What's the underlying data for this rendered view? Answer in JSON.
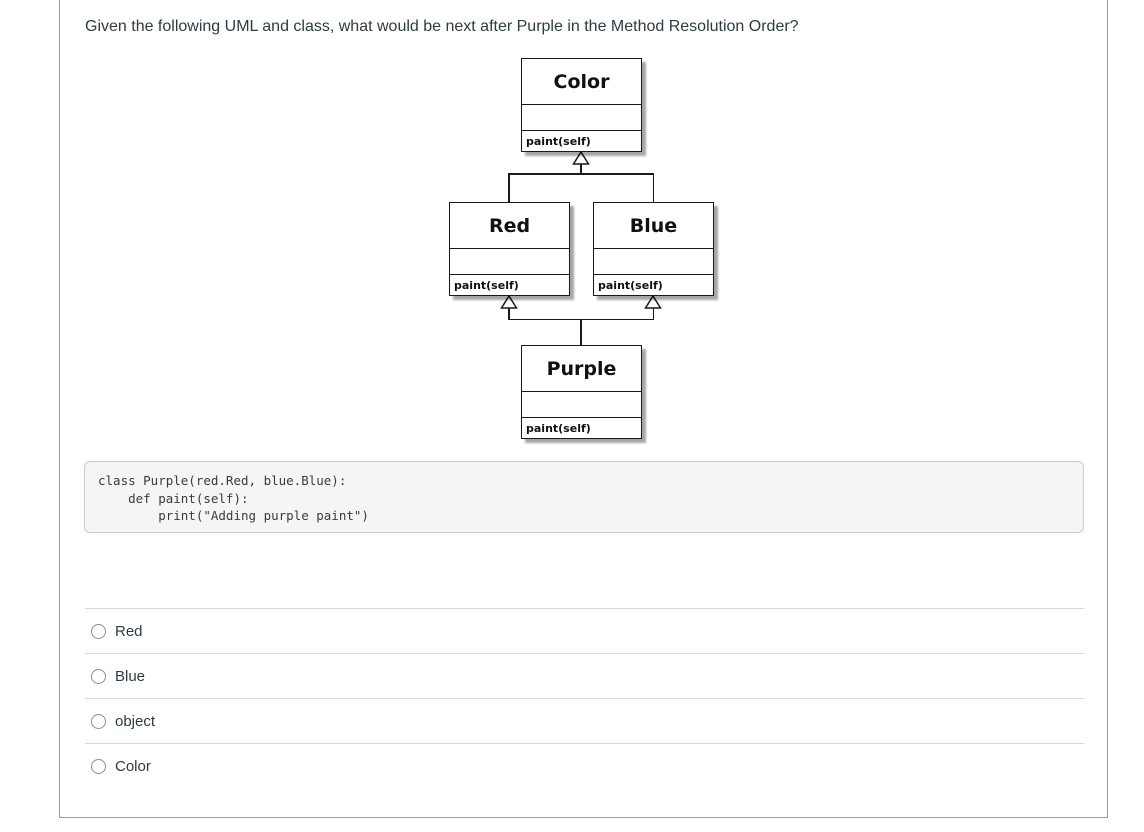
{
  "question": {
    "text": "Given the following UML and class, what would be next after Purple in the Method Resolution Order?"
  },
  "diagram": {
    "classes": [
      {
        "name": "Color",
        "attributes": "",
        "method": "paint(self)"
      },
      {
        "name": "Red",
        "attributes": "",
        "method": "paint(self)"
      },
      {
        "name": "Blue",
        "attributes": "",
        "method": "paint(self)"
      },
      {
        "name": "Purple",
        "attributes": "",
        "method": "paint(self)"
      }
    ],
    "relations": [
      {
        "from": "Red",
        "to": "Color",
        "type": "generalization"
      },
      {
        "from": "Blue",
        "to": "Color",
        "type": "generalization"
      },
      {
        "from": "Purple",
        "to": "Red",
        "type": "generalization"
      },
      {
        "from": "Purple",
        "to": "Blue",
        "type": "generalization"
      }
    ]
  },
  "code": {
    "text": "class Purple(red.Red, blue.Blue):\n    def paint(self):\n        print(\"Adding purple paint\")"
  },
  "options": [
    {
      "label": "Red",
      "selected": false
    },
    {
      "label": "Blue",
      "selected": false
    },
    {
      "label": "object",
      "selected": false
    },
    {
      "label": "Color",
      "selected": false
    }
  ],
  "colors": {
    "text": "#2d3b45",
    "panel_border": "#9b9b9b",
    "divider": "#d8d8d8",
    "code_bg": "#f5f5f6",
    "code_border": "#c7cdd1",
    "diagram_line": "#1a1a1a"
  }
}
